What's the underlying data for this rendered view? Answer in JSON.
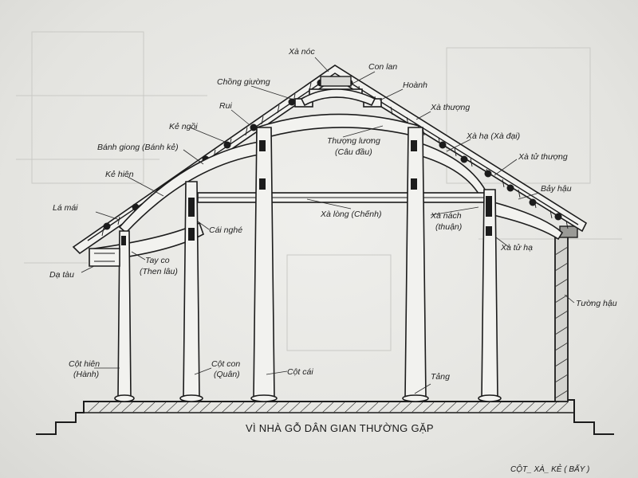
{
  "labels": {
    "xa_noc": "Xà nóc",
    "con_lan": "Con lan",
    "hoanh": "Hoành",
    "chong_giuong": "Chồng giường",
    "rui": "Rui",
    "xa_thuong": "Xà thượng",
    "ke_ngoi": "Kẻ ngồi",
    "thuong_luong": "Thượng lương",
    "thuong_luong_alt": "(Câu đầu)",
    "xa_ha": "Xà hạ (Xà đại)",
    "banh_giong": "Bánh giong (Bánh kẻ)",
    "xa_tu_thuong": "Xà tử thượng",
    "ke_hien": "Kẻ hiên",
    "bay_hau": "Bảy hậu",
    "la_mai": "Lá mái",
    "xa_long": "Xà lòng (Chếnh)",
    "xa_nach": "Xà nách",
    "xa_nach_alt": "(thuận)",
    "cai_nghe": "Cái nghé",
    "xa_tu_ha": "Xà tử hạ",
    "tay_co": "Tay co",
    "tay_co_alt": "(Then lâu)",
    "da_tau": "Dạ tàu",
    "tuong_hau": "Tường hậu",
    "cot_hien": "Cột hiên",
    "cot_hien_alt": "(Hành)",
    "cot_con": "Cột con",
    "cot_con_alt": "(Quân)",
    "cot_cai": "Cột cái",
    "tang": "Tảng"
  },
  "caption": "VÌ NHÀ GỖ DÂN GIAN THƯỜNG GẶP",
  "footer": "CỘT_ XÀ_ KẺ ( BẨY )"
}
